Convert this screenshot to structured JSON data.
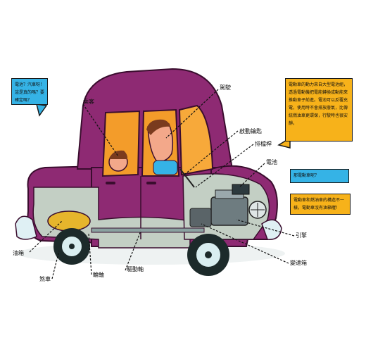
{
  "bubbles": {
    "left_question": "電池？汽車呀！這是真的嗎？要確定嗎？",
    "right_explain": "電動車的動力來自大型電池組，透過電動機把電能轉換成動能來推動車子前進。電池可以反覆充電，使用時不會排放廢氣，比傳統燃油車更環保，行駛時也很安靜。",
    "right_question": "那電動車呢？",
    "right_answer": "電動車和燃油車的構造不一樣，電動車沒有油箱喔！"
  },
  "labels": {
    "passenger": "乘客",
    "driver": "駕駛",
    "ignition_key": "啟動鑰匙",
    "gear_lever": "排檔桿",
    "battery": "電池",
    "engine": "引擎",
    "transmission": "變速箱",
    "drive_shaft": "驅動軸",
    "axle": "輪軸",
    "brake": "煞車",
    "fuel_tank": "油箱"
  },
  "colors": {
    "car_body": "#8e2a73",
    "car_body_dark": "#6d1d58",
    "chassis_cutaway": "#c3cfc4",
    "bubble_blue": "#35b3e6",
    "bubble_yellow": "#f7b21a",
    "window_orange": "#f39c2a",
    "tire": "#1c2a2a",
    "hubcap": "#d9eef0",
    "fuel": "#e6b52c"
  }
}
